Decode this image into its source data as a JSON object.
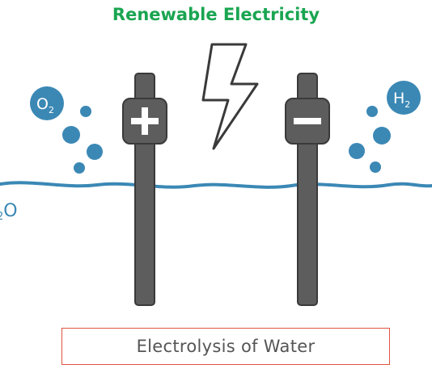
{
  "title": "Renewable Electricity",
  "caption": "Electrolysis of Water",
  "anode": {
    "sign": "+"
  },
  "cathode": {
    "sign": "−"
  },
  "oxygen": {
    "symbol": "O",
    "subscript": "2"
  },
  "hydrogen": {
    "symbol": "H",
    "subscript": "2"
  },
  "water": {
    "subscript": "2",
    "symbol": "O"
  },
  "colors": {
    "title": "#1aa551",
    "water": "#3b88b5",
    "bubble": "#3b88b5",
    "electrode": "#5d5d5d",
    "caption_border": "#e0533f",
    "caption_text": "#555555"
  }
}
